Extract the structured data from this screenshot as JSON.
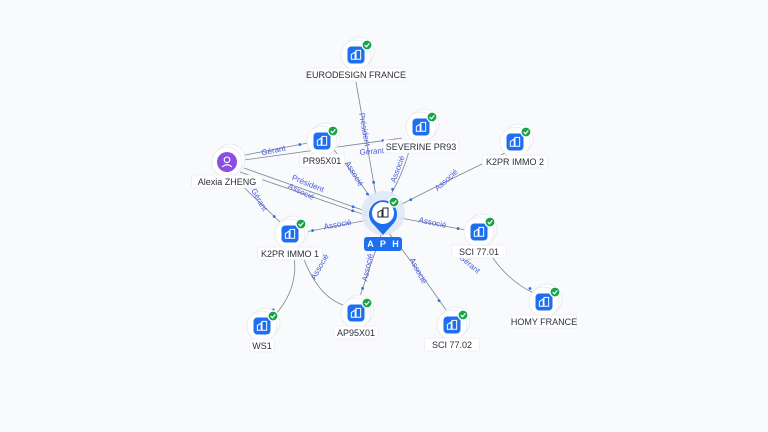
{
  "colors": {
    "company_icon": "#1e6ef0",
    "person_icon": "#8a4fe0",
    "badge": "#16a34a",
    "edge": "#7d8391",
    "edge_label": "#4a5bd8"
  },
  "center": {
    "id": "aph",
    "label": "A P H",
    "icon": "building-icon"
  },
  "nodes": [
    {
      "id": "eurodesign",
      "label": "EURODESIGN FRANCE",
      "type": "company",
      "verified": true
    },
    {
      "id": "pr95x01",
      "label": "PR95X01",
      "type": "company",
      "verified": true
    },
    {
      "id": "severine",
      "label": "SEVERINE PR93",
      "type": "company",
      "verified": true
    },
    {
      "id": "k2pr2",
      "label": "K2PR IMMO 2",
      "type": "company",
      "verified": true
    },
    {
      "id": "alexia",
      "label": "Alexia ZHENG",
      "type": "person",
      "verified": false
    },
    {
      "id": "k2pr1",
      "label": "K2PR IMMO 1",
      "type": "company",
      "verified": true
    },
    {
      "id": "sci7701",
      "label": "SCI 77.01",
      "type": "company",
      "verified": true
    },
    {
      "id": "ws1",
      "label": "WS1",
      "type": "company",
      "verified": true
    },
    {
      "id": "ap95x01",
      "label": "AP95X01",
      "type": "company",
      "verified": true
    },
    {
      "id": "sci7702",
      "label": "SCI 77.02",
      "type": "company",
      "verified": true
    },
    {
      "id": "homy",
      "label": "HOMY FRANCE",
      "type": "company",
      "verified": true
    }
  ],
  "edges": [
    {
      "from": "eurodesign",
      "to": "aph",
      "label": "Président"
    },
    {
      "from": "pr95x01",
      "to": "aph",
      "label": "Associé"
    },
    {
      "from": "severine",
      "to": "aph",
      "label": "Associé"
    },
    {
      "from": "k2pr2",
      "to": "aph",
      "label": "Associé"
    },
    {
      "from": "alexia",
      "to": "pr95x01",
      "label": "Gérant"
    },
    {
      "from": "alexia",
      "to": "severine",
      "label": "Gérant"
    },
    {
      "from": "alexia",
      "to": "aph",
      "label": "Président"
    },
    {
      "from": "alexia",
      "to": "aph",
      "label": "Associé"
    },
    {
      "from": "alexia",
      "to": "k2pr1",
      "label": "Gérant"
    },
    {
      "from": "aph",
      "to": "k2pr1",
      "label": "Associé"
    },
    {
      "from": "aph",
      "to": "sci7701",
      "label": "Associé"
    },
    {
      "from": "aph",
      "to": "ap95x01",
      "label": "Associé"
    },
    {
      "from": "aph",
      "to": "sci7702",
      "label": "Associé"
    },
    {
      "from": "k2pr1",
      "to": "ws1",
      "label": "Associé"
    },
    {
      "from": "sci7701",
      "to": "homy",
      "label": "Gérant"
    }
  ]
}
